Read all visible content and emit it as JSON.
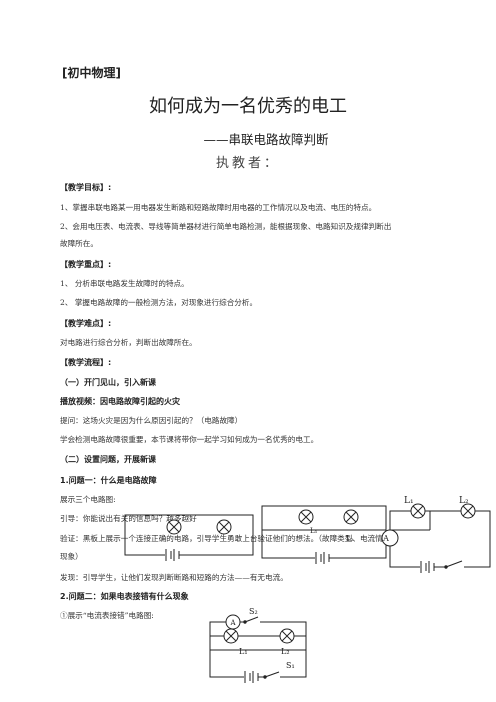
{
  "header": {
    "tag": "[初中物理]",
    "title": "如何成为一名优秀的电工",
    "subtitle": "——串联电路故障判断",
    "author": "执教者："
  },
  "sections": {
    "goal_heading": "【教学目标】:",
    "goal_1": "1、掌握串联电路某一用电器发生断路和短路故障时用电器的工作情况以及电流、电压的特点。",
    "goal_2a": "2、会用电压表、电流表、导线等简单器材进行简单电路检测，能根据现象、电路知识及规律判断出",
    "goal_2b": "故障所在。",
    "key_heading": "【教学重点】:",
    "key_1": "1、 分析串联电路发生故障时的特点。",
    "key_2": "2、 掌握电路故障的一般检测方法，对现象进行综合分析。",
    "diff_heading": "【教学难点】:",
    "diff_1": "对电路进行综合分析，判断出故障所在。",
    "flow_heading": "【教学流程】:",
    "step1": "（一）开门见山，引入新课",
    "video": "播放视频：因电路故障引起的火灾",
    "q_line": "提问：这场火灾是因为什么原因引起的？（电路故障）",
    "intro_line": "学会检测电路故障很重要，本节课将带你一起学习如何成为一名优秀的电工。",
    "step2": "（二）设置问题，开展新课",
    "q1": "1.问题一：什么是电路故障",
    "show3": "展示三个电路图:",
    "guide": "引导：你能说出有关的信息吗？越多越好",
    "verify_a": "验证：黑板上展示一个连接正确的电路，引导学生勇敢上台验证他们的想法。（故障类型、电流情况、",
    "verify_b": "现象）",
    "discover": "发现：引导学生，让他们发现判断断路和短路的方法——有无电流。",
    "q2": "2.问题二：如果电表接错有什么现象",
    "show_circuit": "①展示“电流表接错”电路图:"
  },
  "circuit_labels": {
    "l1": "L₁",
    "l2": "L₂",
    "ammeter": "A",
    "s2": "S₂",
    "s1": "S₁"
  }
}
